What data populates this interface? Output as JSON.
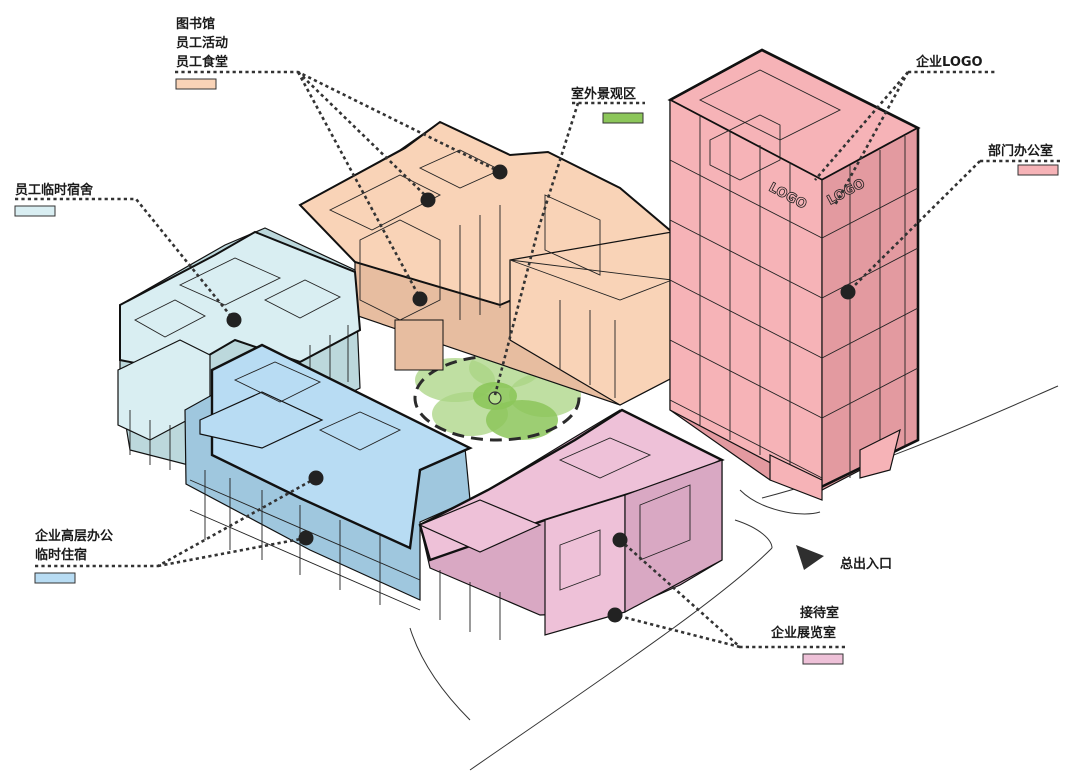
{
  "labels": {
    "library": [
      "图书馆",
      "员工活动",
      "员工食堂"
    ],
    "landscape": "室外景观区",
    "dorm": "员工临时宿舍",
    "logo": "企业LOGO",
    "office": "部门办公室",
    "exec": [
      "企业高层办公",
      "临时住宿"
    ],
    "entrance": "总出入口",
    "reception": [
      "接待室",
      "企业展览室"
    ],
    "building_logo_text": "LOGO"
  },
  "colors": {
    "library": "#f9d3b7",
    "library_side": "#e7bda0",
    "landscape": "#8cc65a",
    "dorm": "#d9eef2",
    "dorm_side": "#bcd8dc",
    "office": "#f6b3b7",
    "office_side": "#e39aa0",
    "exec": "#b8dcf3",
    "exec_side": "#9fc7de",
    "reception": "#eec1d8",
    "reception_side": "#d9a8c3"
  }
}
